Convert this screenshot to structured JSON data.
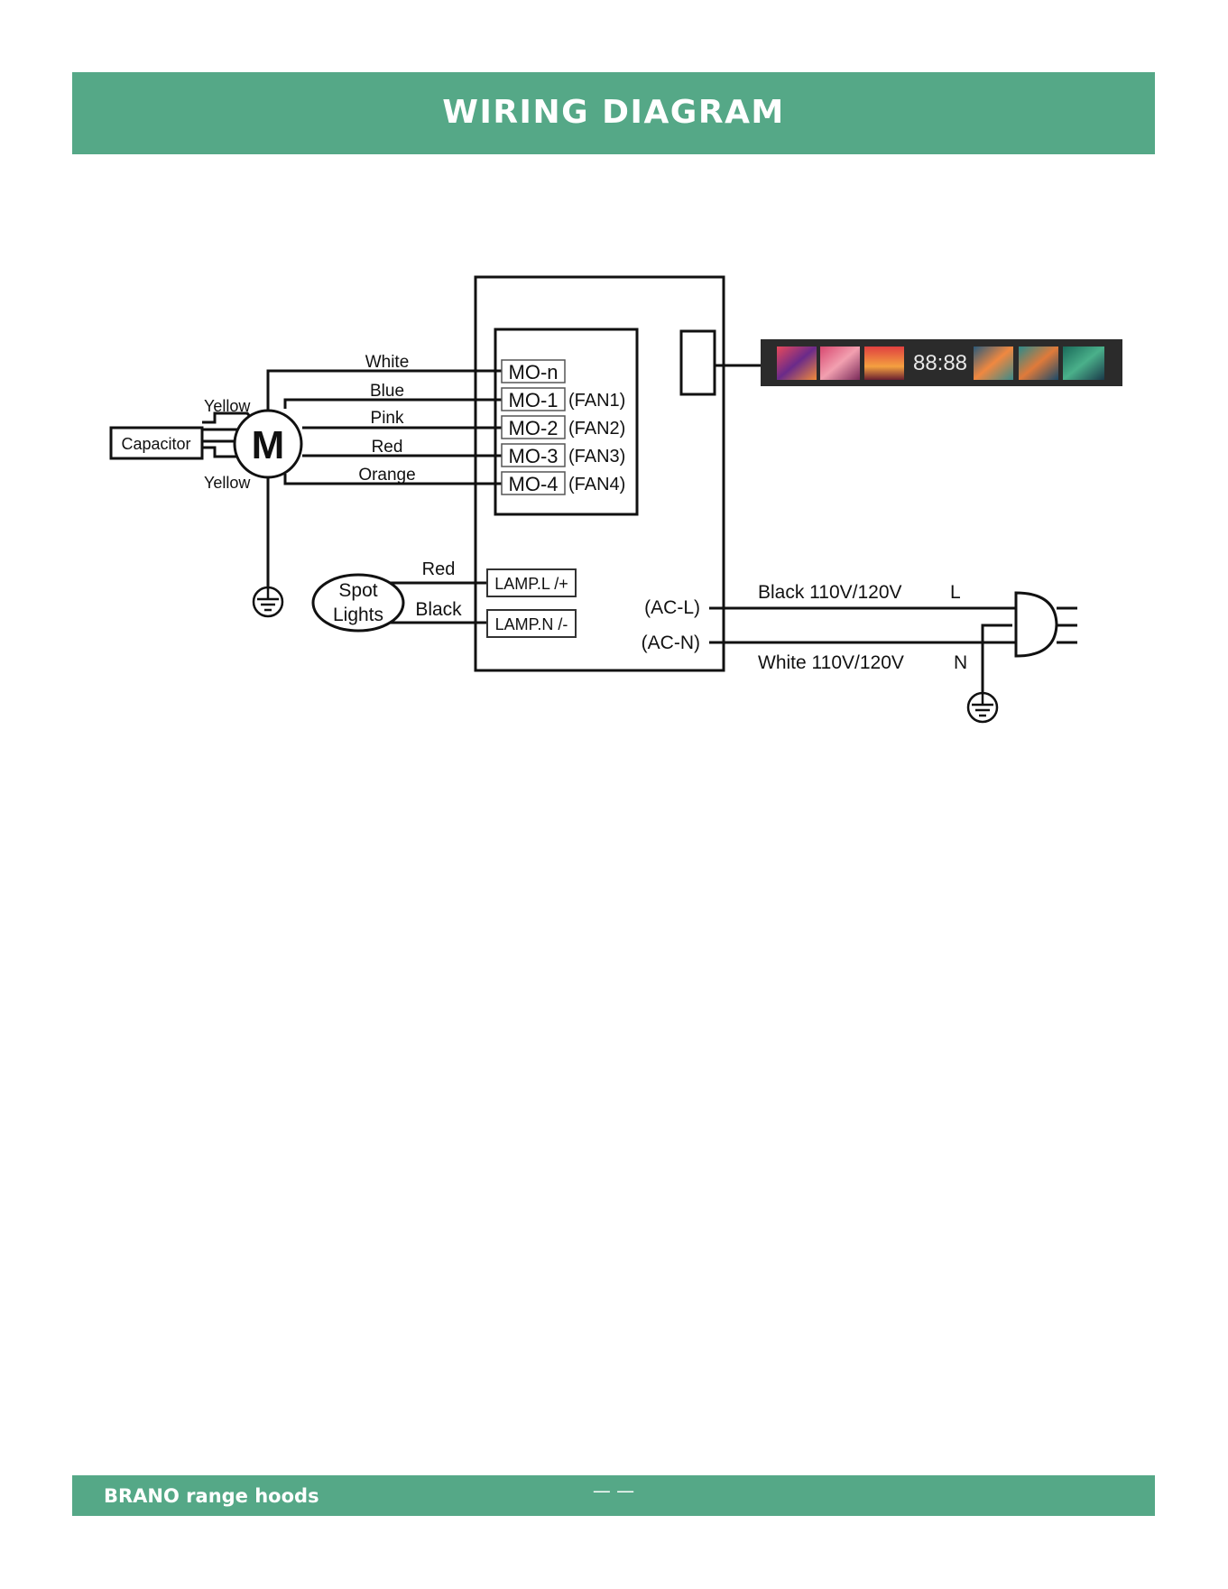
{
  "header": {
    "title": "WIRING DIAGRAM"
  },
  "diagram": {
    "capacitor_label": "Capacitor",
    "motor_label": "M",
    "yellow_top": "Yellow",
    "yellow_bottom": "Yellow",
    "wires": {
      "white": "White",
      "blue": "Blue",
      "pink": "Pink",
      "red": "Red",
      "orange": "Orange"
    },
    "terminals": {
      "mo_n": "MO-n",
      "mo_1": "MO-1",
      "mo_2": "MO-2",
      "mo_3": "MO-3",
      "mo_4": "MO-4"
    },
    "fans": {
      "fan1": "(FAN1)",
      "fan2": "(FAN2)",
      "fan3": "(FAN3)",
      "fan4": "(FAN4)"
    },
    "lamp": {
      "spot": "Spot",
      "lights": "Lights",
      "red": "Red",
      "black": "Black",
      "lamp_l": "LAMP.L /+",
      "lamp_n": "LAMP.N /-"
    },
    "ac": {
      "ac_l": "(AC-L)",
      "ac_n": "(AC-N)",
      "black_line": "Black 110V/120V",
      "l": "L",
      "white_line": "White 110V/120V",
      "n": "N"
    },
    "display_digits": "88:88"
  },
  "footer": {
    "brand": "BRANO range hoods",
    "page": "— —"
  }
}
